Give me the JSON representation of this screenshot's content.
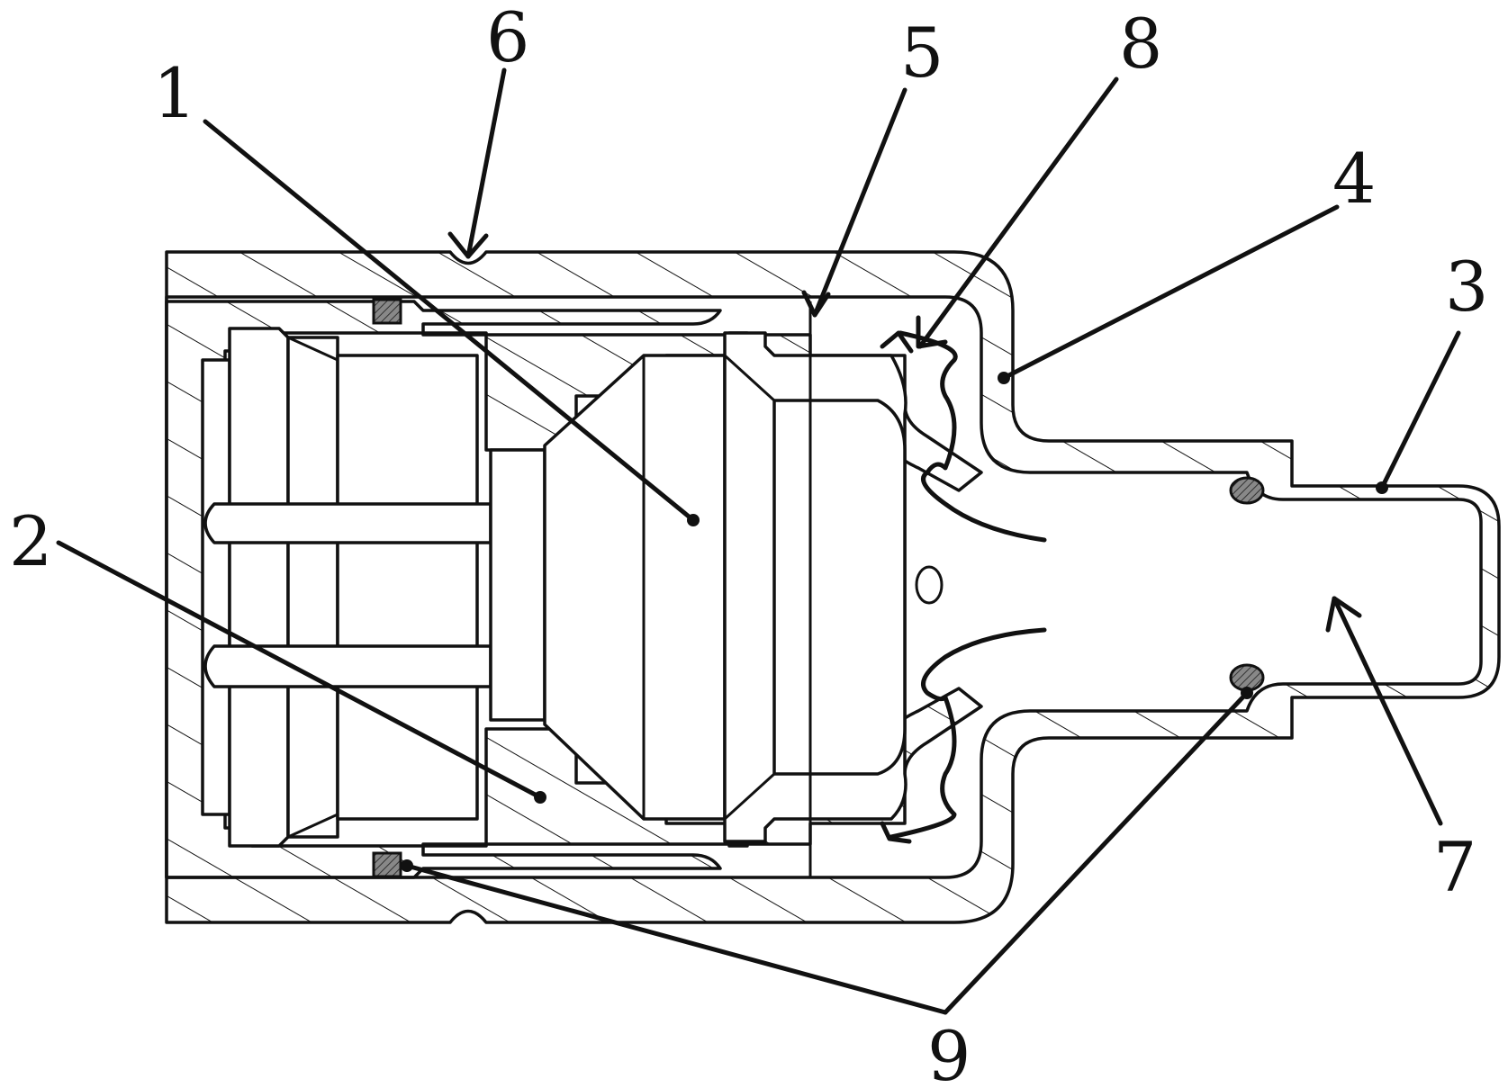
{
  "labels": {
    "l1": "1",
    "l2": "2",
    "l3": "3",
    "l4": "4",
    "l5": "5",
    "l6": "6",
    "l7": "7",
    "l8": "8",
    "l9": "9"
  },
  "colors": {
    "line": "#111111",
    "background": "#ffffff",
    "seal": "#555555"
  }
}
